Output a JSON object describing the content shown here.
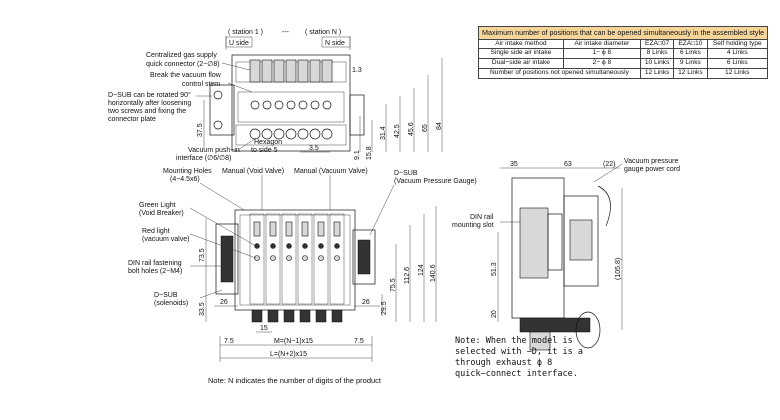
{
  "top_view": {
    "station_1": "( station 1 )",
    "ellipsis": "---",
    "station_n": "( station N )",
    "u_side": "U side",
    "n_side": "N side",
    "gas_supply_l1": "Centralized gas supply",
    "gas_supply_l2": "quick connector (2−∅8)",
    "break_vac_l1": "Break the vacuum flow",
    "break_vac_l2": "control stem",
    "dsub_rot_l1": "D−SUB can be rotated 90°",
    "dsub_rot_l2": "horizontally after loosening",
    "dsub_rot_l3": "two screws and fixing the",
    "dsub_rot_l4": "connector plate",
    "vac_push_l1": "Vacuum push−in",
    "vac_push_l2": "interface (∅6/∅8)",
    "hex_l1": "Hexagon",
    "hex_l2": "to side 5",
    "d_1_3": "1.3",
    "d_37_5": "37.5",
    "d_3_5": "3.5",
    "d_9_1": "9.1",
    "d_15_8": "15.8",
    "d_31_4": "31.4",
    "d_42_5": "42.5",
    "d_45_6": "45.6",
    "d_65": "65",
    "d_84": "84"
  },
  "table": {
    "header": "Maximum number of positions that can be opened simultaneously in the assembled style",
    "col_air_method": "Air intake method",
    "col_air_diam": "Air intake diameter",
    "col_eza07": "EZA□07",
    "col_eza10": "EZA□10",
    "col_self": "Self holding type",
    "rows": [
      {
        "method": "Single side air intake",
        "diam": "1− ϕ 8",
        "eza07": "8 Links",
        "eza10": "6 Links",
        "self": "4 Links"
      },
      {
        "method": "Dual−side air intake",
        "diam": "2− ϕ 8",
        "eza07": "10 Links",
        "eza10": "9 Links",
        "self": "6 Links"
      },
      {
        "method": "Number of positions not opened simultaneously",
        "diam": "",
        "eza07": "12 Links",
        "eza10": "12 Links",
        "self": "12 Links"
      }
    ]
  },
  "front_view": {
    "mount_holes_l1": "Mounting Holes",
    "mount_holes_l2": "(4−4.5x6)",
    "manual_void": "Manual (Void Valve)",
    "manual_vac": "Manual (Vacuum Valve)",
    "dsub_gauge_l1": "D−SUB",
    "dsub_gauge_l2": "(Vacuum Pressure Gauge)",
    "green_l1": "Green Light",
    "green_l2": "(Void Breaker)",
    "red_l1": "Red light",
    "red_l2": "(vacuum valve)",
    "din_bolt_l1": "DIN rail fastening",
    "din_bolt_l2": "bolt holes (2−M4)",
    "dsub_sol_l1": "D−SUB",
    "dsub_sol_l2": "(solenoids)",
    "d_73_5": "73.5",
    "d_26_l": "26",
    "d_33_5": "33.5",
    "d_26_r": "26",
    "d_29_5": "29.5",
    "d_75_5": "75.5",
    "d_112_6": "112.6",
    "d_124": "124",
    "d_140_6": "140.6",
    "d_15": "15",
    "d_7_5_l": "7.5",
    "d_7_5_r": "7.5",
    "d_m": "M=(N−1)x15",
    "d_l": "L=(N+2)x15"
  },
  "side_view": {
    "d_35": "35",
    "d_63": "63",
    "d_22": "(22)",
    "vac_cord_l1": "Vacuum pressure",
    "vac_cord_l2": "gauge power cord",
    "din_slot_l1": "DIN rail",
    "din_slot_l2": "mounting slot",
    "d_51_3": "51.3",
    "d_20": "20",
    "d_105_8": "(105.8)"
  },
  "notes": {
    "side_note_l1": "Note: When the model is",
    "side_note_l2": "selected with −D, it is a",
    "side_note_l3": "through exhaust  ϕ 8",
    "side_note_l4": "quick−connect interface.",
    "bottom_note": "Note: N indicates the number of digits of the product"
  }
}
